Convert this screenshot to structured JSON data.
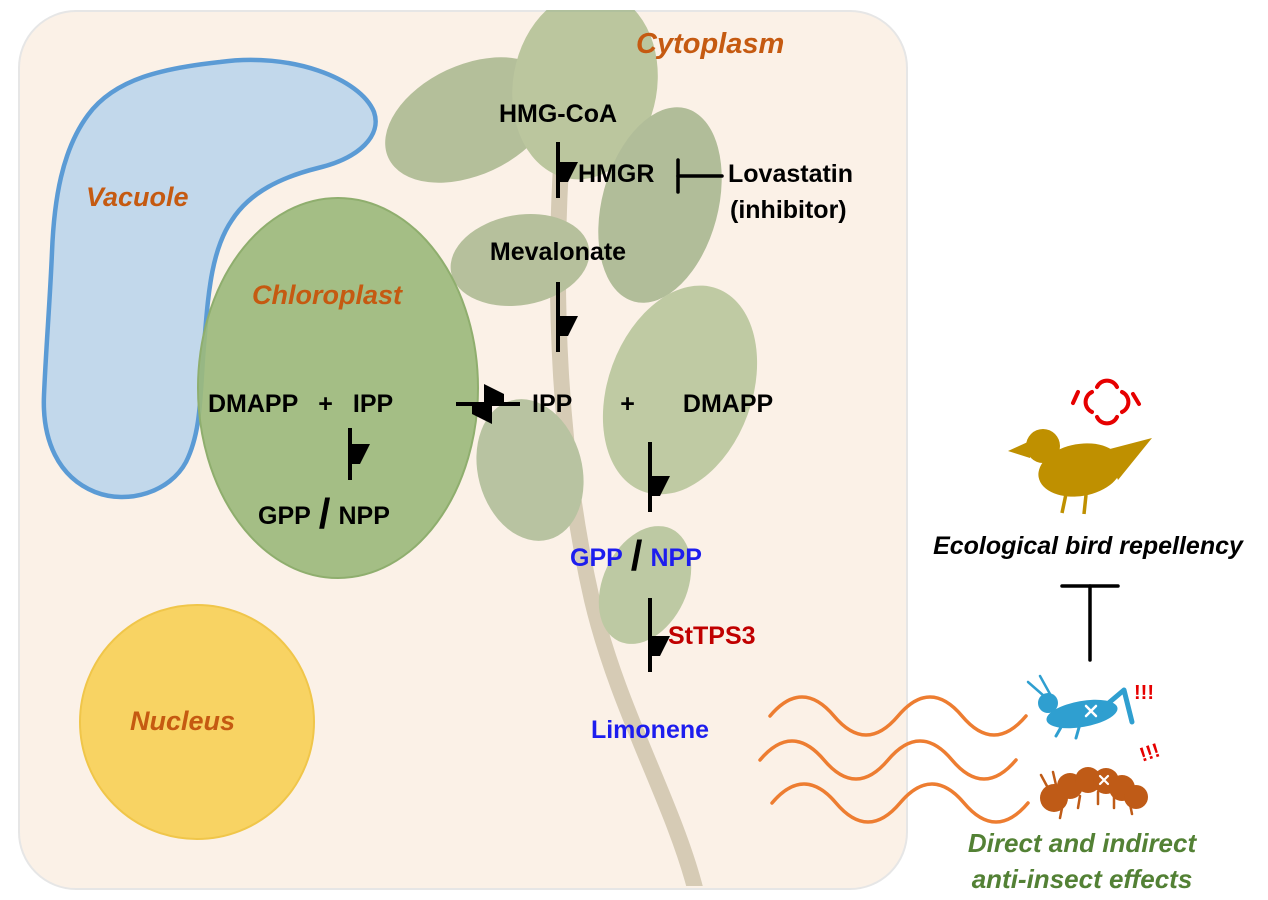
{
  "cell": {
    "cytoplasm_label": "Cytoplasm",
    "vacuole_label": "Vacuole",
    "chloroplast_label": "Chloroplast",
    "nucleus_label": "Nucleus"
  },
  "mva_pathway": {
    "hmg_coa": "HMG-CoA",
    "hmgr": "HMGR",
    "lovastatin": "Lovastatin",
    "lovastatin_note": "(inhibitor)",
    "mevalonate": "Mevalonate",
    "ipp": "IPP",
    "plus": "+",
    "dmapp": "DMAPP",
    "gpp": "GPP",
    "slash": "/",
    "npp": "NPP",
    "sttps3": "StTPS3",
    "limonene": "Limonene"
  },
  "chloroplast_pathway": {
    "dmapp": "DMAPP",
    "plus": "+",
    "ipp": "IPP",
    "gpp": "GPP",
    "slash": "/",
    "npp": "NPP"
  },
  "ecology": {
    "bird_repellency": "Ecological bird repellency",
    "anti_insect_line1": "Direct and indirect",
    "anti_insect_line2": "anti-insect effects",
    "grasshopper_alert": "!!!",
    "caterpillar_alert": "!!!"
  },
  "icons": {
    "bird": "bird-icon",
    "anger": "anger-mark-icon",
    "grasshopper": "grasshopper-icon",
    "caterpillar": "caterpillar-icon",
    "waves": "volatile-waves-icon"
  },
  "colors": {
    "organelle_label_orange": "#c55a11",
    "pathway_text_black": "#000000",
    "product_blue": "#1d1dee",
    "enzyme_red": "#c00000",
    "alert_red": "#e60000",
    "wave_orange": "#ed7d31",
    "bird_gold": "#bf9000",
    "grasshopper_blue": "#2f9fd0",
    "caterpillar_brown": "#bf5b17",
    "anti_insect_green": "#538135",
    "vacuole_fill": "#b5d2ec",
    "vacuole_stroke": "#5b9bd5",
    "chloroplast_fill": "#9cba7d",
    "nucleus_fill": "#f8d15e",
    "cell_fill": "#fbf1e7"
  }
}
